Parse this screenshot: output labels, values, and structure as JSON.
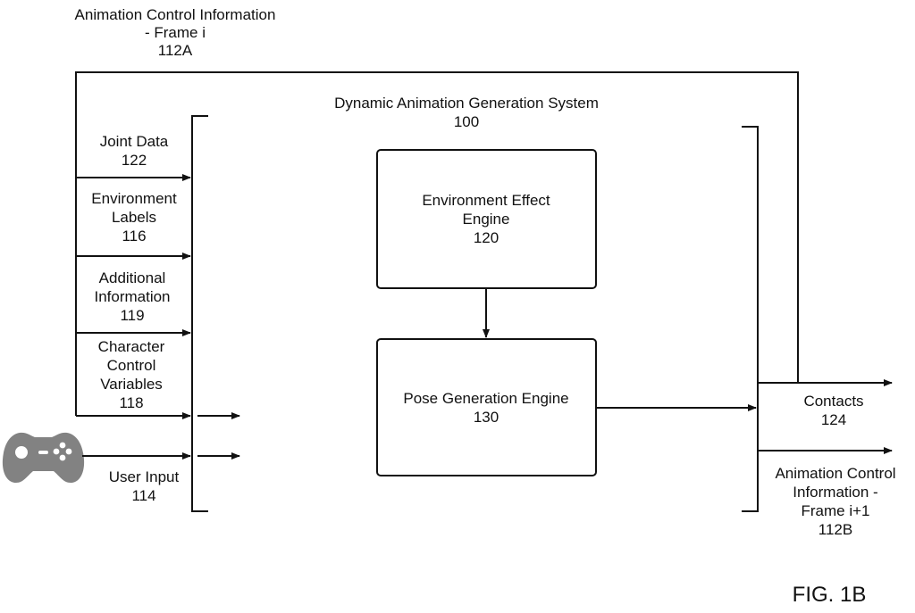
{
  "system": {
    "title": "Dynamic Animation Generation System",
    "id": "100"
  },
  "top_input": {
    "line1": "Animation Control Information",
    "line2": "- Frame i",
    "id": "112A"
  },
  "inputs": [
    {
      "lines": [
        "Joint Data"
      ],
      "id": "122"
    },
    {
      "lines": [
        "Environment",
        "Labels"
      ],
      "id": "116"
    },
    {
      "lines": [
        "Additional",
        "Information"
      ],
      "id": "119"
    },
    {
      "lines": [
        "Character",
        "Control",
        "Variables"
      ],
      "id": "118"
    },
    {
      "lines": [
        "User Input"
      ],
      "id": "114"
    }
  ],
  "engines": {
    "environment": {
      "line1": "Environment Effect",
      "line2": "Engine",
      "id": "120"
    },
    "pose": {
      "line1": "Pose Generation Engine",
      "id": "130"
    }
  },
  "outputs": {
    "contacts": {
      "line1": "Contacts",
      "id": "124"
    },
    "animation": {
      "line1": "Animation Control",
      "line2": "Information -",
      "line3": "Frame i+1",
      "id": "112B"
    }
  },
  "figure_label": "FIG. 1B",
  "icons": {
    "controller": "gamepad-icon"
  }
}
